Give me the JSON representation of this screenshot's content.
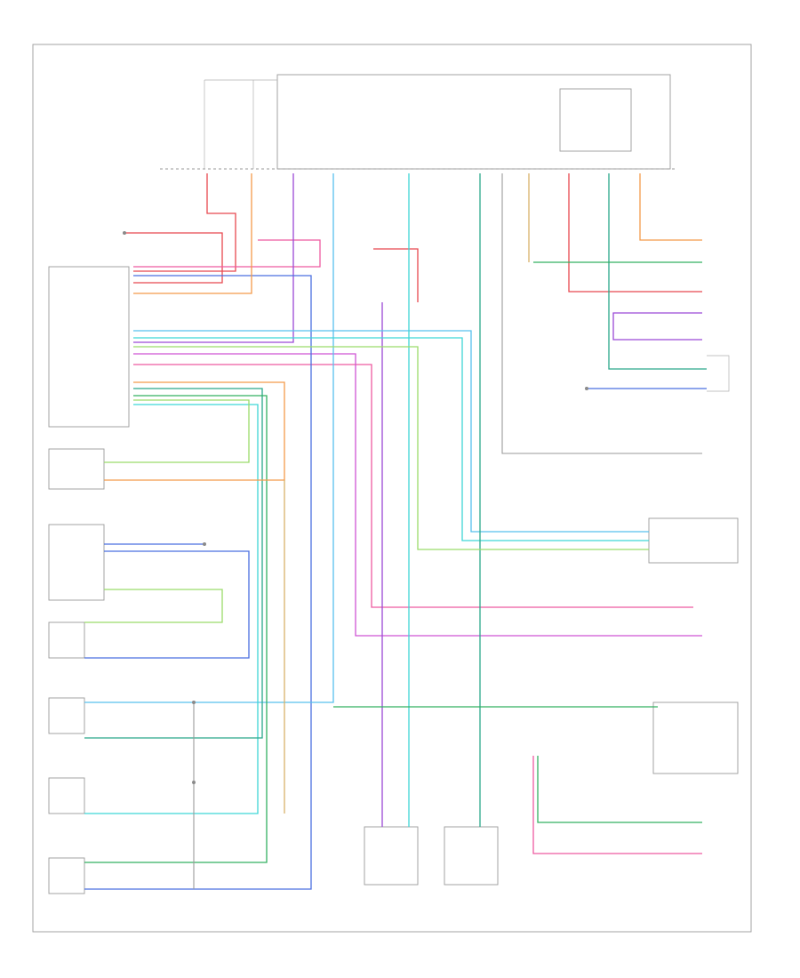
{
  "title": "",
  "footer_code": "",
  "colors": {
    "red": "#e8484f",
    "pink": "#ee5aa0",
    "magenta": "#cf55d4",
    "purple": "#9a49d6",
    "blue": "#4a6fe0",
    "lightblue": "#57c0ee",
    "cyan": "#3fd6d6",
    "teal": "#2aa88a",
    "green": "#33b060",
    "lightgreen": "#9bdc6a",
    "orange": "#f39a4a",
    "tan": "#d8b26a",
    "gray": "#9a9a9a"
  },
  "wires": [
    {
      "color": "red"
    },
    {
      "color": "pink"
    },
    {
      "color": "blue"
    },
    {
      "color": "orange"
    },
    {
      "color": "purple"
    },
    {
      "color": "lightgreen"
    },
    {
      "color": "magenta"
    },
    {
      "color": "cyan"
    },
    {
      "color": "teal"
    },
    {
      "color": "green"
    },
    {
      "color": "lightblue"
    },
    {
      "color": "tan"
    }
  ]
}
